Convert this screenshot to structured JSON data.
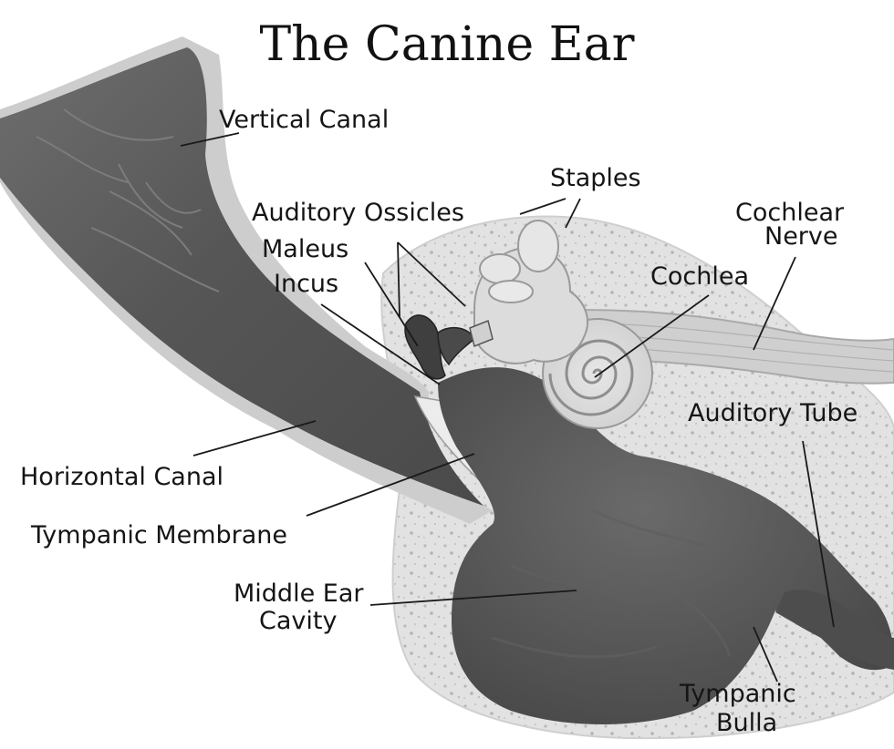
{
  "title": "The Canine Ear",
  "labels": {
    "vertical_canal": "Vertical Canal",
    "staples": "Staples",
    "auditory_ossicles": "Auditory Ossicles",
    "cochlear_nerve_line1": "Cochlear",
    "cochlear_nerve_line2": "Nerve",
    "maleus": "Maleus",
    "cochlea": "Cochlea",
    "incus": "Incus",
    "auditory_tube": "Auditory Tube",
    "horizontal_canal": "Horizontal Canal",
    "tympanic_membrane": "Tympanic Membrane",
    "middle_ear_cavity_line1": "Middle Ear",
    "middle_ear_cavity_line2": "Cavity",
    "tympanic_bulla_line1": "Tympanic",
    "tympanic_bulla_line2": "Bulla"
  },
  "colors": {
    "canal_dark": "#5a5a5a",
    "canal_mid": "#8a8a8a",
    "bone_light": "#dedede",
    "bone_speckle": "#bdbdbd",
    "tissue_light": "#c9c9c9"
  }
}
